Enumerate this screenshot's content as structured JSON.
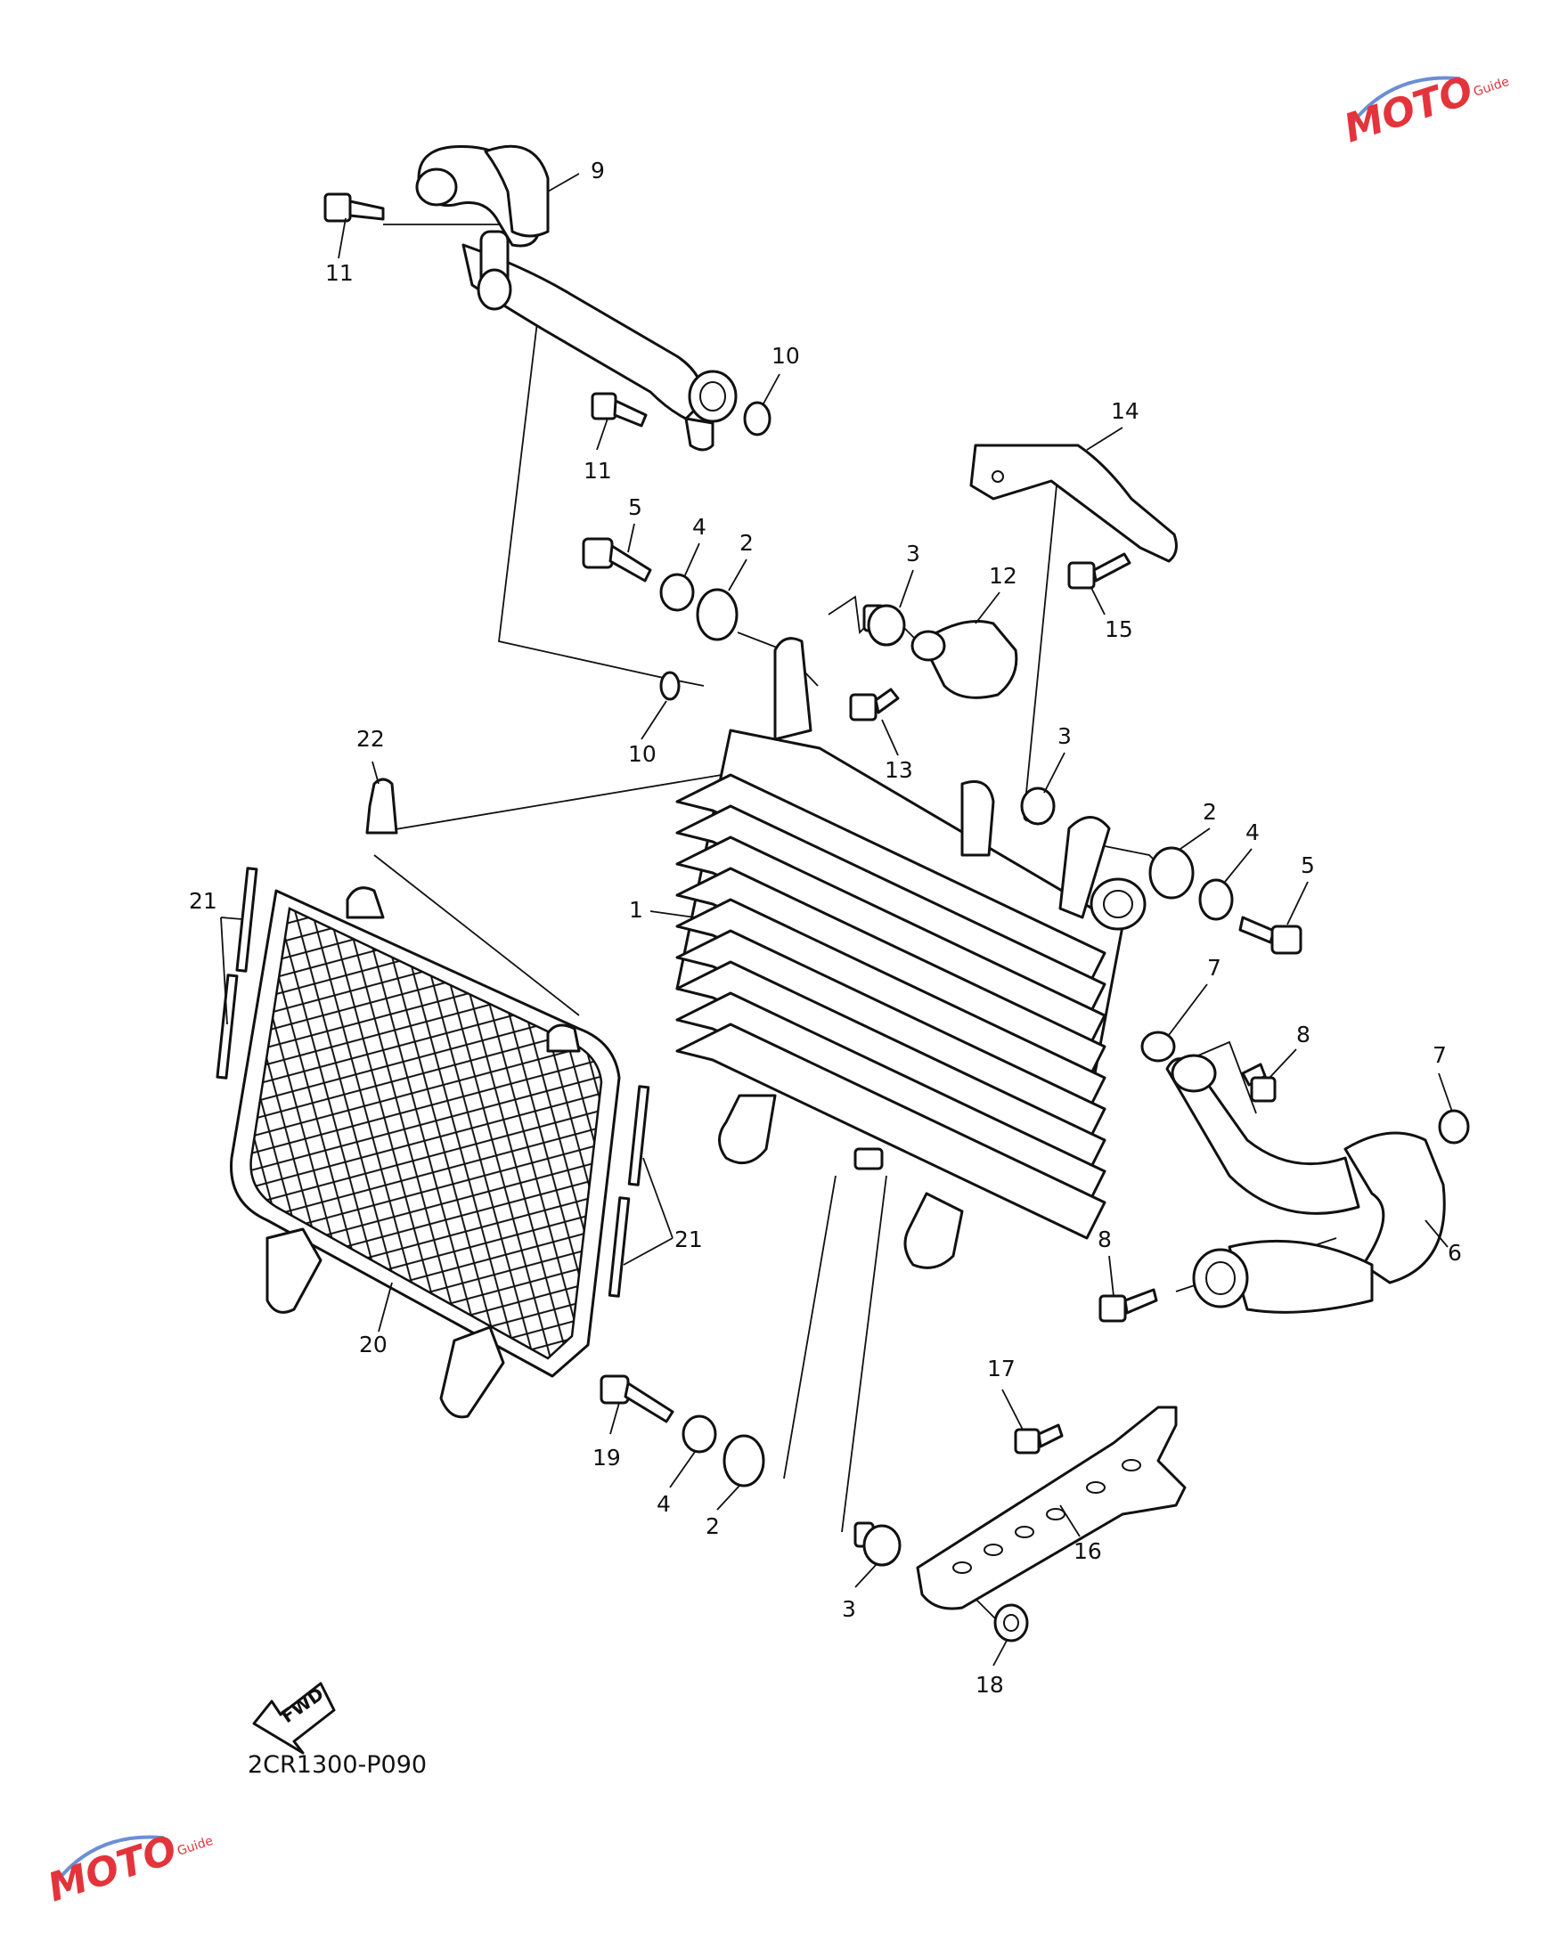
{
  "diagram_code": "2CR1300-P090",
  "fwd_label": "FWD",
  "watermark": {
    "text": "MOTO",
    "subtext": "Guide",
    "color": "#e3343b",
    "accent": "#6b8fd4"
  },
  "callouts": [
    {
      "id": "c9",
      "text": "9"
    },
    {
      "id": "c11a",
      "text": "11"
    },
    {
      "id": "c10a",
      "text": "10"
    },
    {
      "id": "c11b",
      "text": "11"
    },
    {
      "id": "c14",
      "text": "14"
    },
    {
      "id": "c5a",
      "text": "5"
    },
    {
      "id": "c4a",
      "text": "4"
    },
    {
      "id": "c2a",
      "text": "2"
    },
    {
      "id": "c3a",
      "text": "3"
    },
    {
      "id": "c12",
      "text": "12"
    },
    {
      "id": "c15",
      "text": "15"
    },
    {
      "id": "c10b",
      "text": "10"
    },
    {
      "id": "c13",
      "text": "13"
    },
    {
      "id": "c22",
      "text": "22"
    },
    {
      "id": "c3b",
      "text": "3"
    },
    {
      "id": "c2b",
      "text": "2"
    },
    {
      "id": "c4b",
      "text": "4"
    },
    {
      "id": "c5b",
      "text": "5"
    },
    {
      "id": "c21a",
      "text": "21"
    },
    {
      "id": "c1",
      "text": "1"
    },
    {
      "id": "c7a",
      "text": "7"
    },
    {
      "id": "c8a",
      "text": "8"
    },
    {
      "id": "c7b",
      "text": "7"
    },
    {
      "id": "c21b",
      "text": "21"
    },
    {
      "id": "c8b",
      "text": "8"
    },
    {
      "id": "c6",
      "text": "6"
    },
    {
      "id": "c20",
      "text": "20"
    },
    {
      "id": "c17",
      "text": "17"
    },
    {
      "id": "c19",
      "text": "19"
    },
    {
      "id": "c16",
      "text": "16"
    },
    {
      "id": "c4c",
      "text": "4"
    },
    {
      "id": "c2c",
      "text": "2"
    },
    {
      "id": "c3c",
      "text": "3"
    },
    {
      "id": "c18",
      "text": "18"
    }
  ]
}
